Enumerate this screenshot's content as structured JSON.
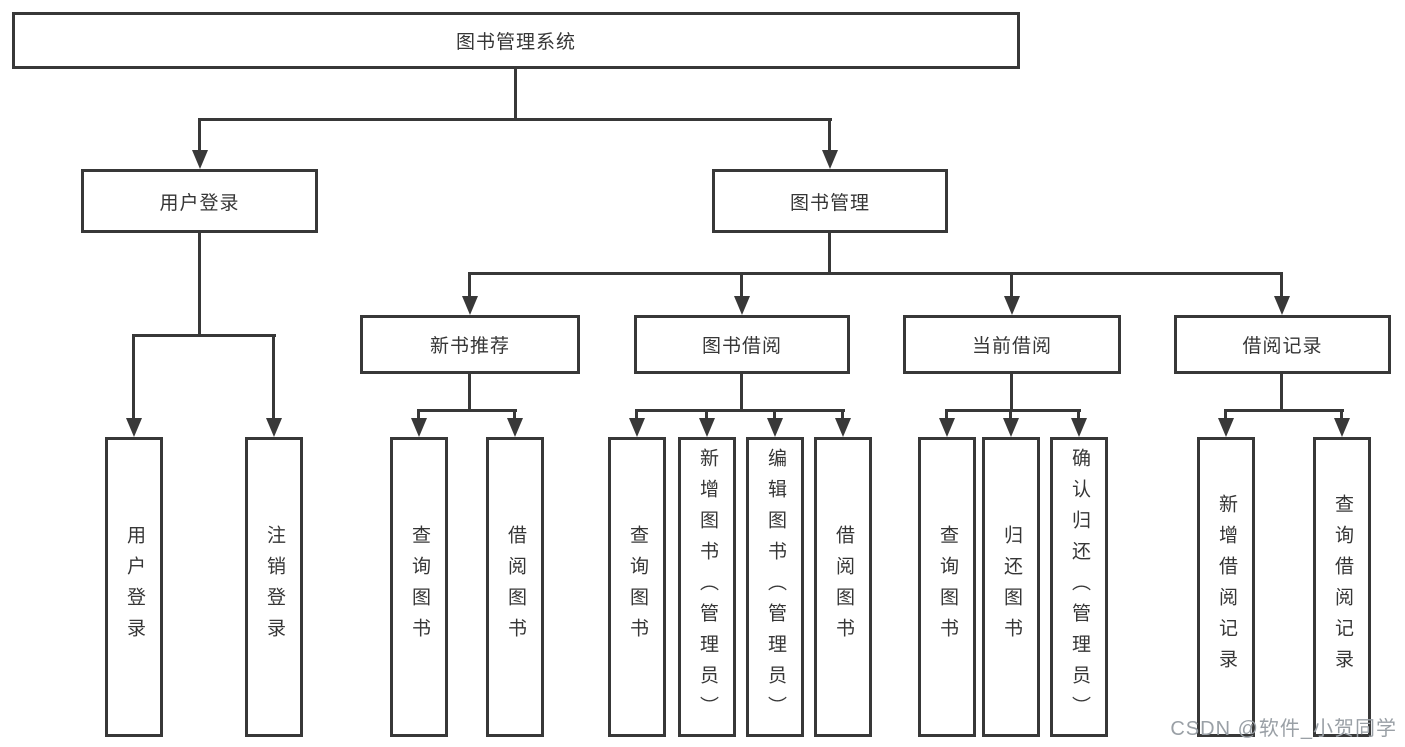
{
  "colors": {
    "background": "#ffffff",
    "box_border": "#383838",
    "connector_line": "#383838",
    "text": "#363636",
    "watermark": "#9aa0a6"
  },
  "root": {
    "label": "图书管理系统"
  },
  "branches": {
    "user_login": {
      "label": "用户登录",
      "children": [
        {
          "label": "用户登录"
        },
        {
          "label": "注销登录"
        }
      ]
    },
    "book_management": {
      "label": "图书管理",
      "children": [
        {
          "label": "新书推荐",
          "children": [
            {
              "label": "查询图书"
            },
            {
              "label": "借阅图书"
            }
          ]
        },
        {
          "label": "图书借阅",
          "children": [
            {
              "label": "查询图书"
            },
            {
              "label": "新增图书（管理员）"
            },
            {
              "label": "编辑图书（管理员）"
            },
            {
              "label": "借阅图书"
            }
          ]
        },
        {
          "label": "当前借阅",
          "children": [
            {
              "label": "查询图书"
            },
            {
              "label": "归还图书"
            },
            {
              "label": "确认归还（管理员）"
            }
          ]
        },
        {
          "label": "借阅记录",
          "children": [
            {
              "label": "新增借阅记录"
            },
            {
              "label": "查询借阅记录"
            }
          ]
        }
      ]
    }
  },
  "watermark": {
    "text": "CSDN @软件_小贺同学"
  }
}
